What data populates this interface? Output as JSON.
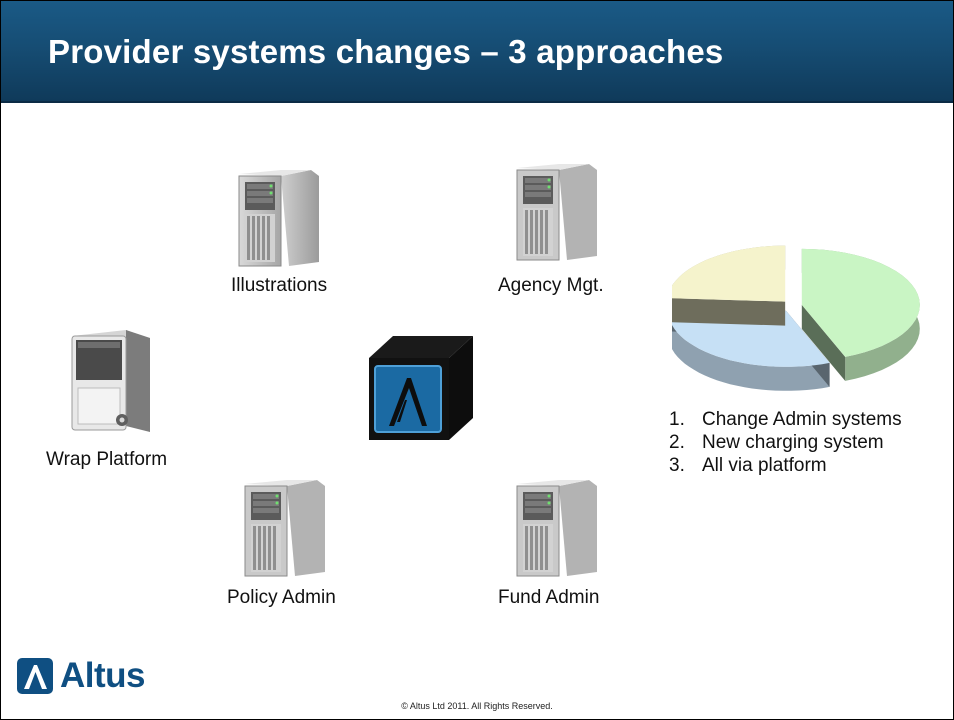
{
  "slide": {
    "title": "Provider systems changes – 3 approaches",
    "footer": "© Altus Ltd 2011. All Rights Reserved."
  },
  "nodes": {
    "illustrations": "Illustrations",
    "agency": "Agency Mgt.",
    "wrap": "Wrap Platform",
    "policy": "Policy Admin",
    "fund": "Fund Admin"
  },
  "legend": [
    {
      "num": "1.",
      "text": "Change Admin systems"
    },
    {
      "num": "2.",
      "text": "New charging system"
    },
    {
      "num": "3.",
      "text": "All via platform"
    }
  ],
  "chart_data": {
    "type": "pie",
    "values": [
      44,
      32,
      24
    ],
    "colors": [
      "#c9f5c4",
      "#c6e0f5",
      "#f5f3cc"
    ]
  },
  "logo": {
    "text": "Altus",
    "color": "#0f4f82"
  },
  "colors": {
    "title_bar": "#164d74",
    "title_text": "#ffffff"
  }
}
